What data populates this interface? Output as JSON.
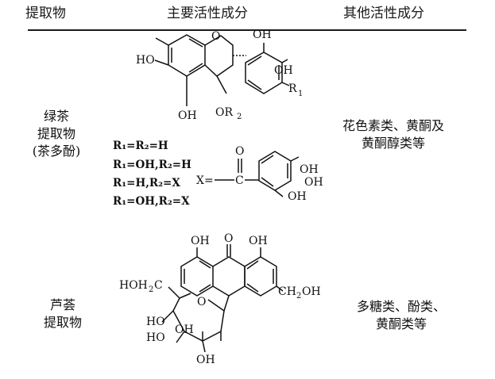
{
  "header": {
    "col_extract": "提取物",
    "col_main": "主要活性成分",
    "col_other": "其他活性成分"
  },
  "rows": [
    {
      "name_lines": [
        "绿茶",
        "提取物",
        "(茶多酚)"
      ],
      "structure_labels": {
        "ho_left": "HO",
        "oh_top": "OH",
        "oh_mid": "OH",
        "r1": "R",
        "r1_sub": "1",
        "oh_bottom": "OH",
        "or2": "OR",
        "or2_sub": "2",
        "ring_o": "O"
      },
      "substituents": [
        "R₁=R₂=H",
        "R₁=OH,R₂=H",
        "R₁=H,R₂=X",
        "R₁=OH,R₂=X"
      ],
      "galloyl": {
        "x_label": "X=",
        "carbonyl_o": "O",
        "carbon": "C",
        "oh1": "OH",
        "oh2": "OH",
        "oh3": "OH"
      },
      "other_lines": [
        "花色素类、黄酮及",
        "黄酮醇类等"
      ]
    },
    {
      "name_lines": [
        "芦荟",
        "提取物"
      ],
      "structure_labels": {
        "oh_left": "OH",
        "ketone_o": "O",
        "oh_right": "OH",
        "hoh2c": "HOH",
        "hoh2c_sub": "2",
        "hoh2c_c": "C",
        "ring_o": "O",
        "ch2oh": "CH",
        "ch2oh_sub": "2",
        "ch2oh_tail": "OH",
        "ho_a": "HO",
        "ho_b": "HO",
        "oh_c": "OH",
        "oh_bottom": "OH"
      },
      "other_lines": [
        "多糖类、酚类、",
        "黄酮类等"
      ]
    }
  ]
}
